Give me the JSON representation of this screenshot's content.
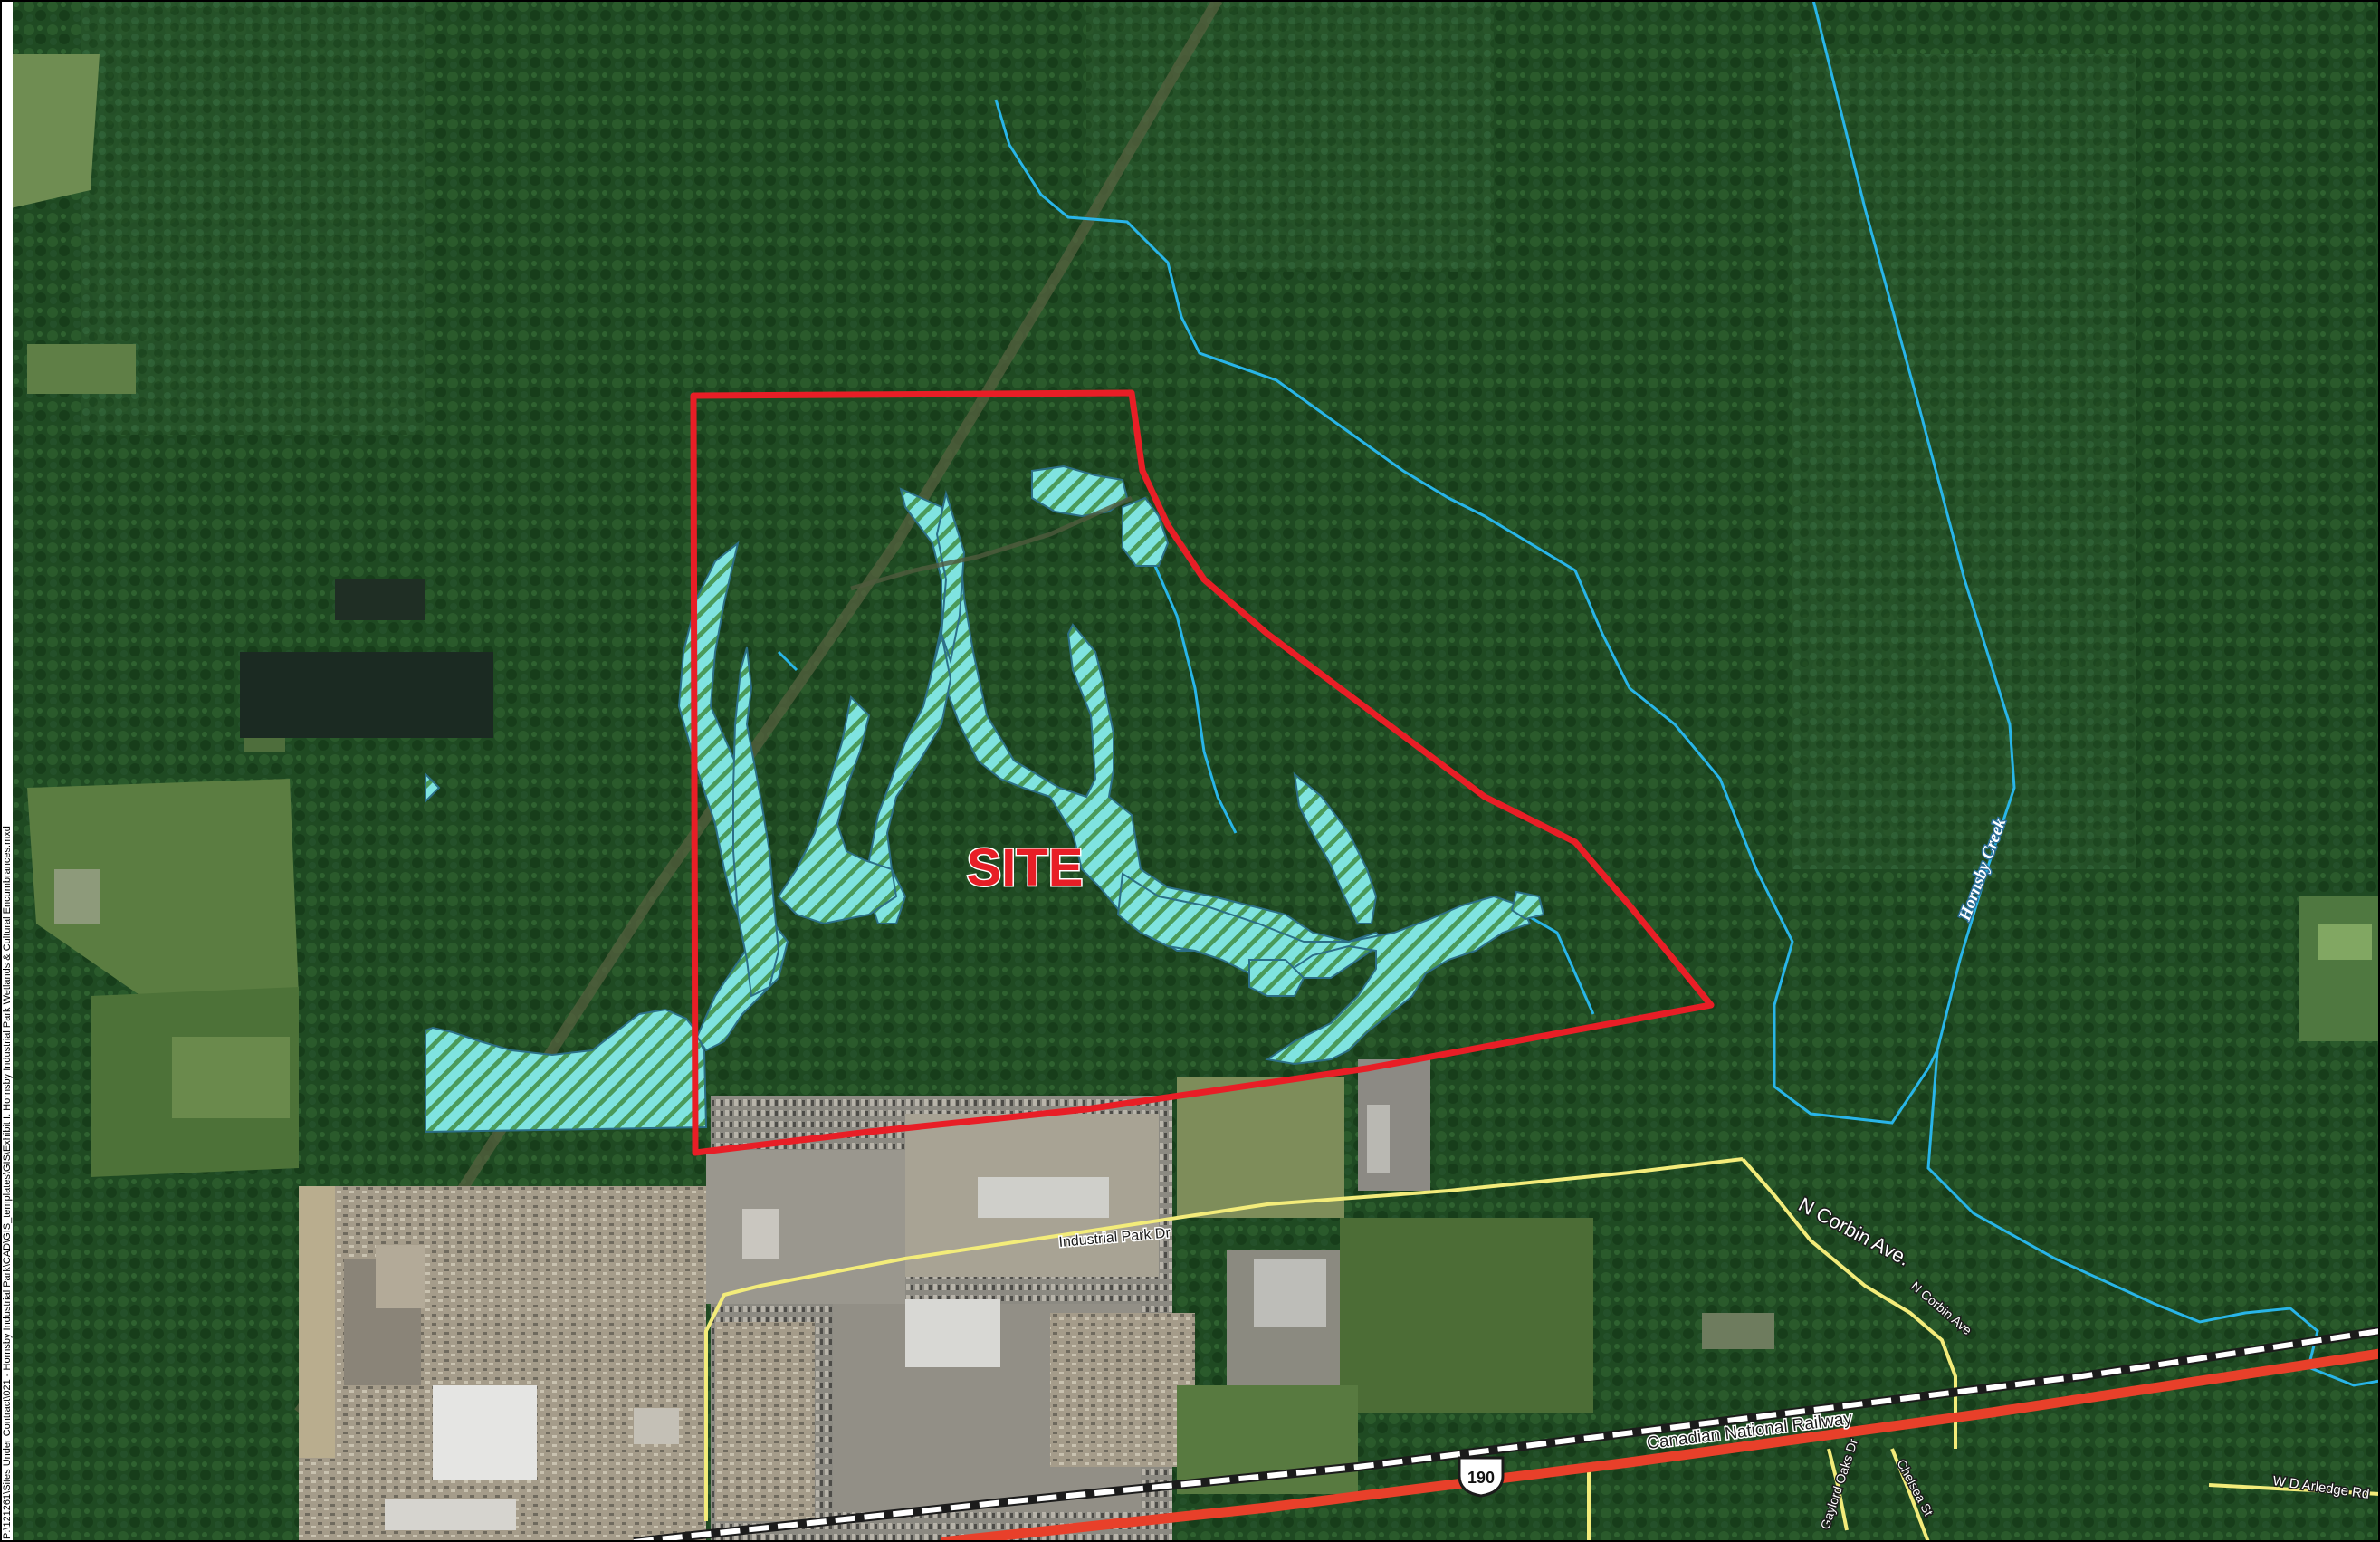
{
  "map": {
    "file_path": "P:\\121261\\Sites Under Contract\\021 - Hornsby Industrial Park\\CAD\\GIS_templates\\GIS\\Exhibit I. Hornsby Industrial Park Wetlands & Cultural Encumbrances.mxd",
    "site_label": "SITE",
    "labels": {
      "creek": "Hornsby Creek",
      "industrial_park_dr": "Industrial Park Dr",
      "n_corbin_ave_major": "N Corbin Ave.",
      "n_corbin_ave_minor": "N Corbin Ave",
      "railway": "Canadian National Railway",
      "highway_shield": "190",
      "gaylord_oaks": "Gaylord Oaks Dr",
      "chelsea_st": "Chelsea St",
      "wd_arledge": "W D Arledge Rd"
    },
    "colors": {
      "site_boundary": "#e81e26",
      "wetland_fill": "#7fe3e0",
      "wetland_hatch": "#4a9a5a",
      "streams": "#29b5e8",
      "local_roads": "#f3ec7a",
      "highway": "#e8402a",
      "forest": "#1f4a22"
    }
  }
}
